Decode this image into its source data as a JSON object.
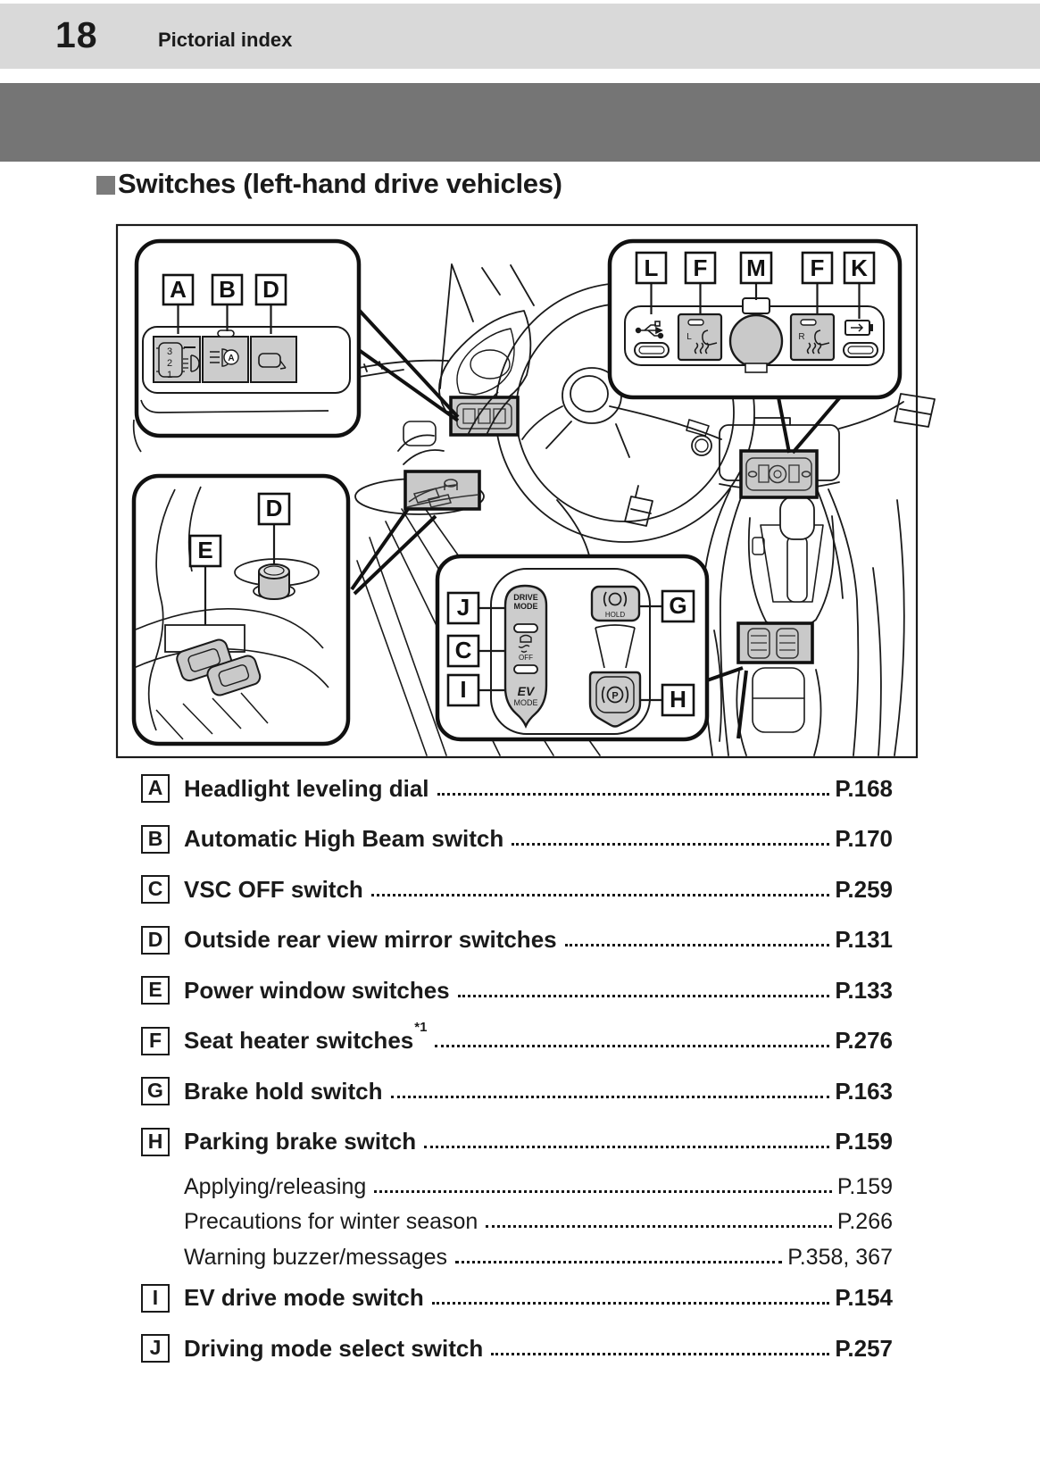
{
  "header": {
    "page_number": "18",
    "chapter_title": "Pictorial index"
  },
  "section": {
    "title": "Switches (left-hand drive vehicles)"
  },
  "diagram": {
    "callout_top_left": {
      "labels": [
        "A",
        "B",
        "D"
      ]
    },
    "callout_top_right": {
      "labels": [
        "L",
        "F",
        "M",
        "F",
        "K"
      ]
    },
    "callout_left": {
      "labels": [
        "D",
        "E"
      ]
    },
    "callout_bottom": {
      "labels": [
        "J",
        "C",
        "I",
        "G",
        "H"
      ]
    },
    "texts": {
      "dial_3": "3",
      "dial_2": "2",
      "dial_1": "1",
      "auto_high_beam_a": "A",
      "seat_left": "L",
      "seat_right": "R",
      "drive": "DRIVE",
      "drive_mode": "MODE",
      "vsc_off": "OFF",
      "ev": "EV",
      "ev_mode": "MODE",
      "hold": "HOLD",
      "parking_p": "P"
    }
  },
  "index": {
    "items": [
      {
        "key": "A",
        "label": "Headlight leveling dial",
        "page": "P.168"
      },
      {
        "key": "B",
        "label": "Automatic High Beam switch",
        "page": "P.170"
      },
      {
        "key": "C",
        "label": "VSC OFF switch",
        "page": "P.259"
      },
      {
        "key": "D",
        "label": "Outside rear view mirror switches",
        "page": "P.131"
      },
      {
        "key": "E",
        "label": "Power window switches",
        "page": "P.133"
      },
      {
        "key": "F",
        "label": "Seat heater switches",
        "sup": "*1",
        "page": "P.276"
      },
      {
        "key": "G",
        "label": "Brake hold switch",
        "page": "P.163"
      },
      {
        "key": "H",
        "label": "Parking brake switch",
        "page": "P.159"
      },
      {
        "key": "I",
        "label": "EV drive mode switch",
        "page": "P.154"
      },
      {
        "key": "J",
        "label": "Driving mode select switch",
        "page": "P.257"
      }
    ],
    "sub_items": [
      {
        "label": "Applying/releasing",
        "page": "P.159"
      },
      {
        "label": "Precautions for winter season",
        "page": "P.266"
      },
      {
        "label": "Warning buzzer/messages",
        "page": "P.358, 367"
      }
    ]
  },
  "colors": {
    "header_bar": "#d9d9d9",
    "chapter_banner": "#757575",
    "heading_marker": "#7b7b7b",
    "highlight_fill": "#c9c9c9",
    "ink": "#1a1a1a"
  }
}
